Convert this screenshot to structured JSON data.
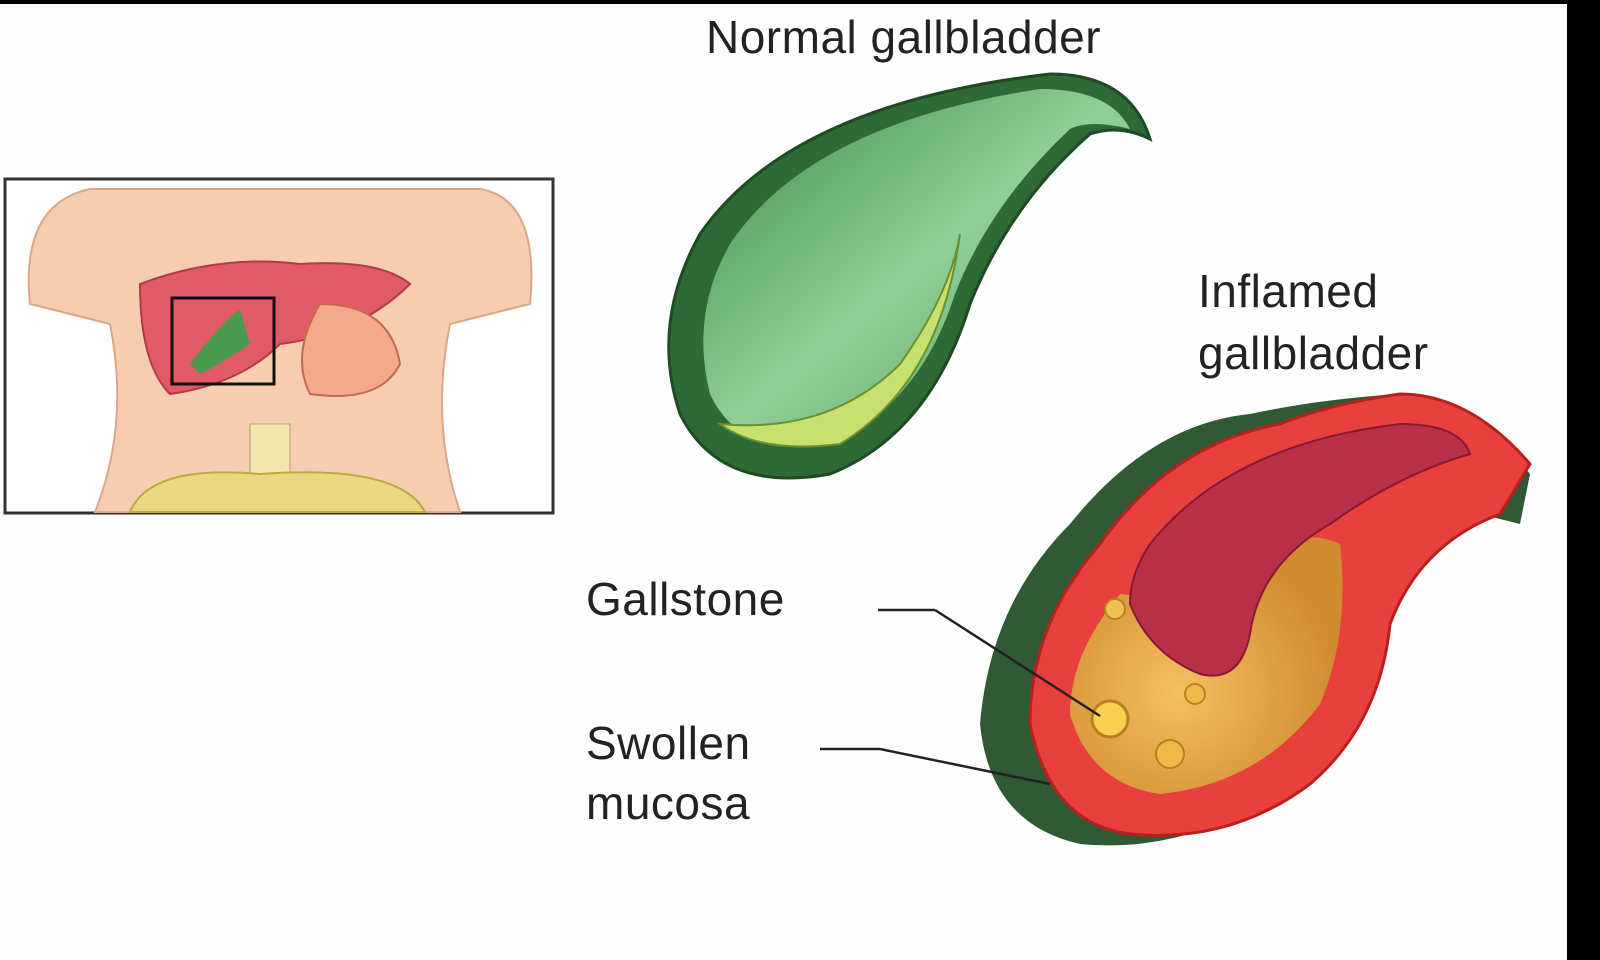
{
  "labels": {
    "normal": "Normal gallbladder",
    "inflamed_line1": "Inflamed",
    "inflamed_line2": "gallbladder",
    "gallstone": "Gallstone",
    "swollen_line1": "Swollen",
    "swollen_line2": "mucosa"
  },
  "colors": {
    "normal_green": "#5fae6a",
    "inflamed_red": "#e8403c",
    "bile_orange": "#e0a040",
    "skin": "#f6cdb0"
  }
}
